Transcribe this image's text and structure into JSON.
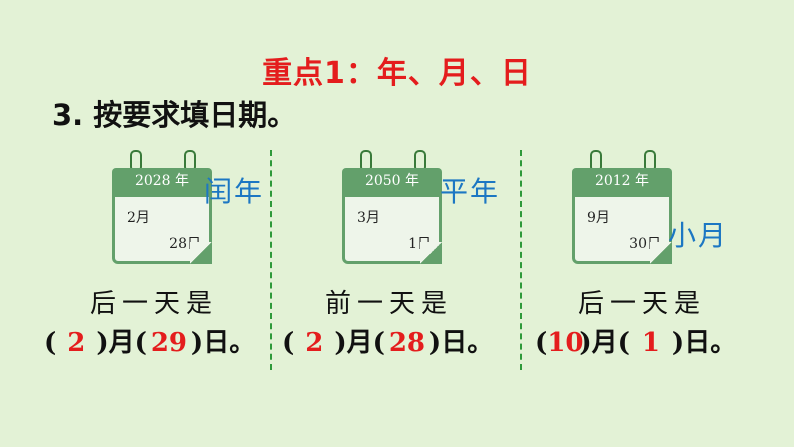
{
  "heading": "重点1：年、月、日",
  "question": "3. 按要求填日期。",
  "columns": [
    {
      "calendar": {
        "year": "2028 年",
        "month": "2月",
        "day": "28日"
      },
      "tag": "闰年",
      "prompt": "后一天是",
      "answer": {
        "open1": "(",
        "month": "2",
        "close1": ")月(",
        "day": "29",
        "close2": ")日。"
      }
    },
    {
      "calendar": {
        "year": "2050 年",
        "month": "3月",
        "day": "1日"
      },
      "tag": "平年",
      "prompt": "前一天是",
      "answer": {
        "open1": "(",
        "month": "2",
        "close1": ")月(",
        "day": "28",
        "close2": ")日。"
      }
    },
    {
      "calendar": {
        "year": "2012 年",
        "month": "9月",
        "day": "30日"
      },
      "tag": "小月",
      "prompt": "后一天是",
      "answer": {
        "open1": "(",
        "month": "10",
        "close1": ")月(",
        "day": "1",
        "close2": ")日。"
      }
    }
  ]
}
